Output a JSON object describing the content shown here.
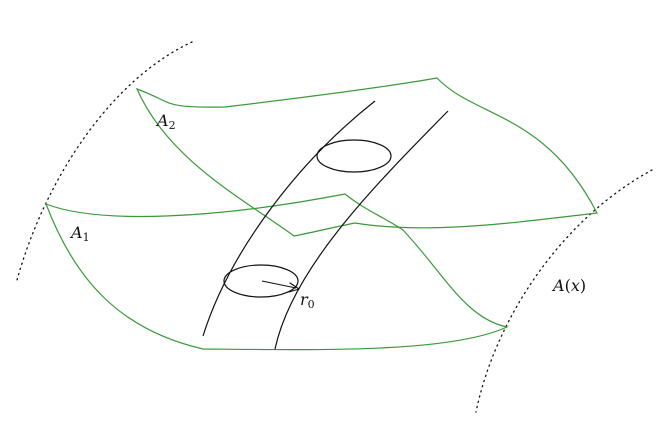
{
  "labels": {
    "A2": {
      "base": "A",
      "sub": "2"
    },
    "A1": {
      "base": "A",
      "sub": "1"
    },
    "r0": {
      "base": "r",
      "sub": "0"
    },
    "Ax": {
      "base": "A",
      "open": "(",
      "arg": "x",
      "close": ")"
    }
  },
  "colors": {
    "surface": "#3a9a3a",
    "tube": "#111111",
    "guide": "#111111",
    "text": "#111111"
  }
}
